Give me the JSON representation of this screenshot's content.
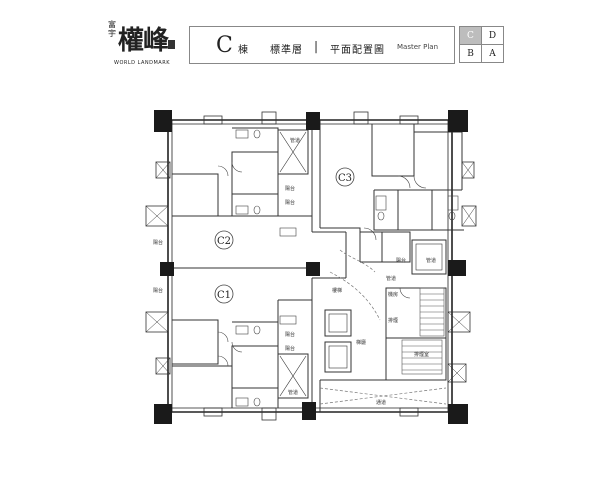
{
  "logo": {
    "small_text": "富宇",
    "brand": "權峰",
    "subtitle": "WORLD LANDMARK"
  },
  "title": {
    "building": "C",
    "building_suffix": "棟",
    "floor": "標準層",
    "separator": "|",
    "plan": "平面配置圖",
    "plan_en": "Master Plan"
  },
  "building_grid": [
    {
      "label": "C",
      "active": true
    },
    {
      "label": "D",
      "active": false
    },
    {
      "label": "B",
      "active": false
    },
    {
      "label": "A",
      "active": false
    }
  ],
  "units": {
    "c1": "C1",
    "c2": "C2",
    "c3": "C3"
  },
  "rooms": {
    "balcony_1": "陽台",
    "balcony_2": "陽台",
    "balcony_3": "陽台",
    "balcony_4": "陽台",
    "balcony_5": "陽台",
    "balcony_6": "陽台",
    "balcony_7": "陽台",
    "shaft_1": "管道",
    "shaft_2": "管道",
    "shaft_3": "管道",
    "shaft_4": "管道",
    "stair_hall": "樓梯",
    "elevator_hall": "梯廳",
    "stair_room": "排煙室",
    "corridor": "通道",
    "small_1": "機房",
    "small_2": "排煙"
  },
  "colors": {
    "wall": "#1a1a1a",
    "line": "#555555",
    "active_cell": "#bdbdbd"
  }
}
